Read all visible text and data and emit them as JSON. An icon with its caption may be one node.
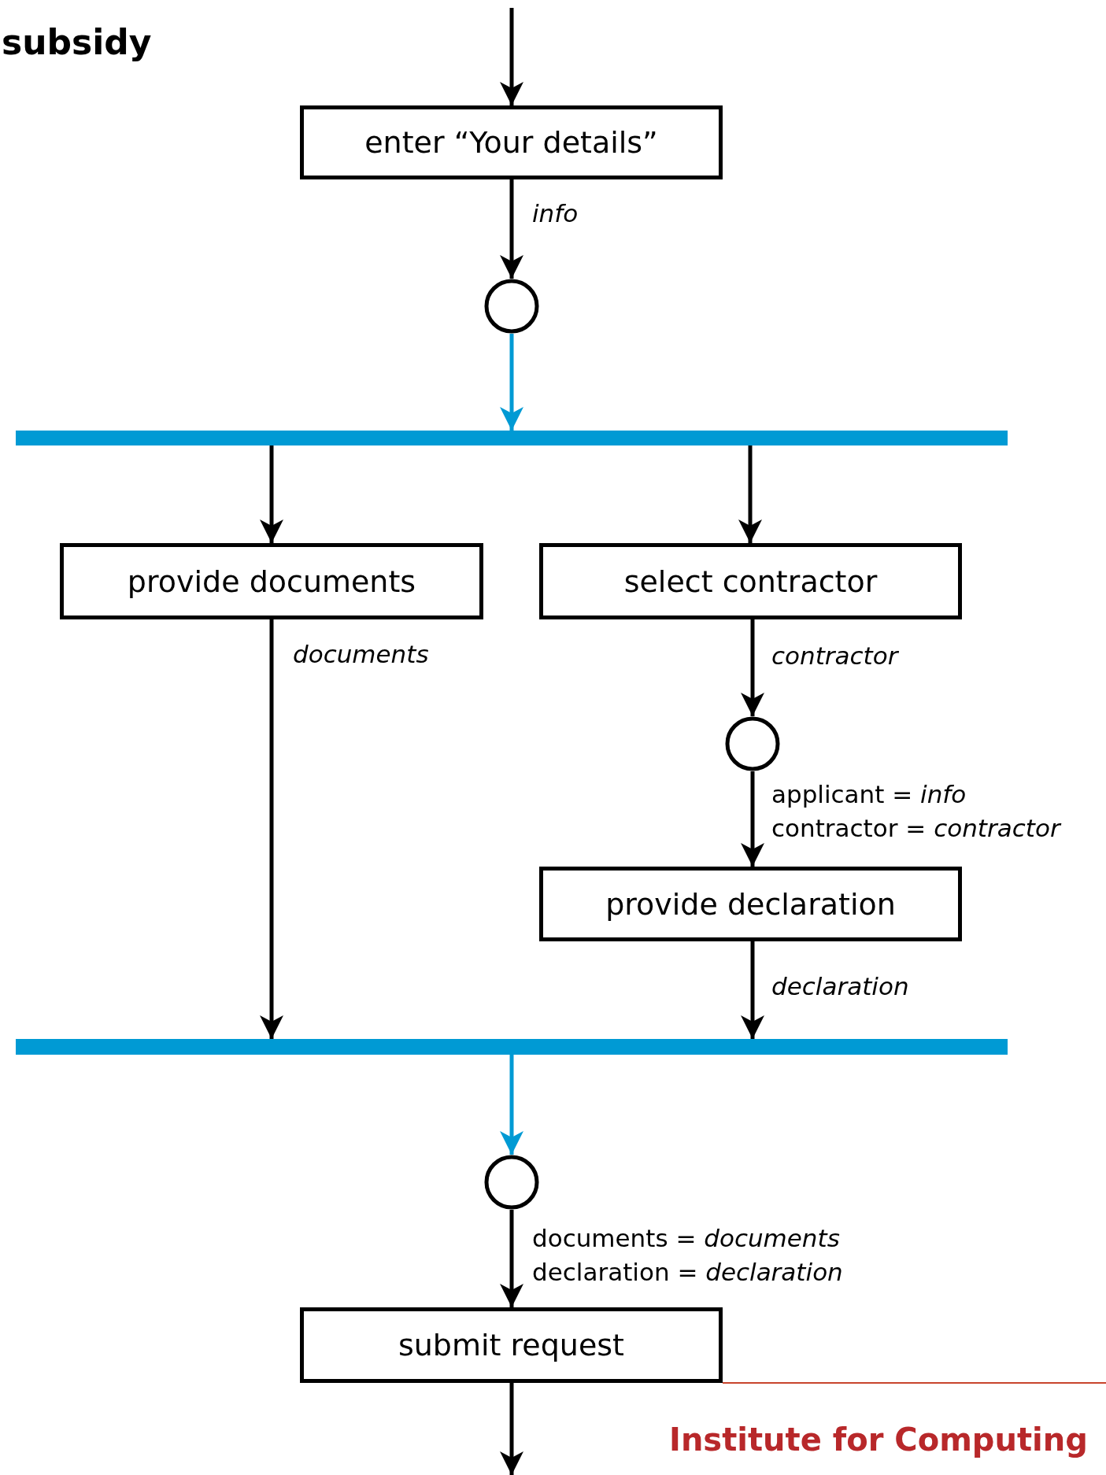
{
  "diagram": {
    "title": "subsidy",
    "nodes": [
      {
        "text": [
          "enter “Your details”"
        ]
      },
      {
        "text": [],
        "shape": "circle"
      },
      {
        "text": [],
        "shape": "bar"
      },
      {
        "text": [
          "provide documents"
        ]
      },
      {
        "text": [
          "select contractor"
        ]
      },
      {
        "text": [],
        "shape": "circle"
      },
      {
        "text": [
          "provide declaration"
        ]
      },
      {
        "text": [],
        "shape": "bar"
      },
      {
        "text": [],
        "shape": "circle"
      },
      {
        "text": [
          "submit request"
        ]
      }
    ],
    "edges": [
      {
        "from": null,
        "to": 0,
        "arrow": "to"
      },
      {
        "from": 0,
        "to": 1,
        "arrow": "to",
        "label": "*info*"
      },
      {
        "from": 1,
        "to": 2,
        "arrow": "to",
        "color": "#009ad4"
      },
      {
        "from": 2,
        "to": 3,
        "arrow": "to"
      },
      {
        "from": 2,
        "to": 4,
        "arrow": "to"
      },
      {
        "from": 4,
        "to": 5,
        "arrow": "to",
        "label": "*contractor*"
      },
      {
        "from": 5,
        "to": 6,
        "arrow": "to",
        "label": "applicant = *info* contractor = *contractor*"
      },
      {
        "from": 3,
        "to": 7,
        "arrow": "to",
        "label": "*documents*"
      },
      {
        "from": 6,
        "to": 7,
        "arrow": "to",
        "label": "*declaration*"
      },
      {
        "from": 7,
        "to": 8,
        "arrow": "to",
        "color": "#009ad4"
      },
      {
        "from": 8,
        "to": 9,
        "arrow": "to",
        "label": "documents = *documents* declaration = *declaration*"
      },
      {
        "from": 9,
        "to": null,
        "arrow": "to"
      }
    ],
    "labels": [
      "Institute for Computing"
    ]
  }
}
